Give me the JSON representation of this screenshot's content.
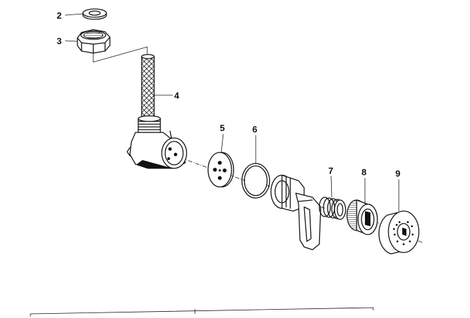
{
  "diagram": {
    "callouts": [
      {
        "id": "2",
        "label": "2"
      },
      {
        "id": "3",
        "label": "3"
      },
      {
        "id": "4",
        "label": "4"
      },
      {
        "id": "5",
        "label": "5"
      },
      {
        "id": "6",
        "label": "6"
      },
      {
        "id": "7",
        "label": "7"
      },
      {
        "id": "8",
        "label": "8"
      },
      {
        "id": "9",
        "label": "9"
      }
    ],
    "parts": [
      {
        "id": "2",
        "name": "washer-icon"
      },
      {
        "id": "3",
        "name": "hex-nut-icon"
      },
      {
        "id": "4",
        "name": "tap-body-with-strainer-icon"
      },
      {
        "id": "5",
        "name": "valve-disc-icon"
      },
      {
        "id": "6",
        "name": "o-ring-icon"
      },
      {
        "id": "7",
        "name": "spring-icon"
      },
      {
        "id": "8",
        "name": "threaded-ring-icon"
      },
      {
        "id": "9",
        "name": "cap-icon"
      }
    ]
  }
}
